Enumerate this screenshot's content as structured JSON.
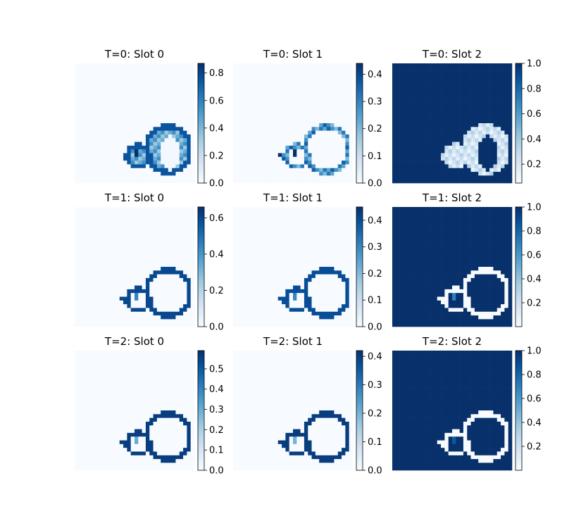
{
  "chart_data": [
    {
      "type": "heatmap",
      "title": "T=0: Slot 0",
      "colorbar": {
        "min": 0.0,
        "max": 0.87,
        "ticks": [
          "0.0",
          "0.2",
          "0.4",
          "0.6",
          "0.8"
        ],
        "tick_values": [
          0.0,
          0.2,
          0.4,
          0.6,
          0.8
        ]
      },
      "pattern": "blob",
      "blob_level": 0.75,
      "inner_level": 0.55,
      "dot_level": 0.87
    },
    {
      "type": "heatmap",
      "title": "T=0: Slot 1",
      "colorbar": {
        "min": 0.0,
        "max": 0.44,
        "ticks": [
          "0.0",
          "0.1",
          "0.2",
          "0.3",
          "0.4"
        ],
        "tick_values": [
          0.0,
          0.1,
          0.2,
          0.3,
          0.4
        ]
      },
      "pattern": "outline_soft",
      "outline_level": 0.36,
      "dot_level": 0.44
    },
    {
      "type": "heatmap",
      "title": "T=0: Slot 2",
      "colorbar": {
        "min": 0.05,
        "max": 1.0,
        "ticks": [
          "0.2",
          "0.4",
          "0.6",
          "0.8",
          "1.0"
        ],
        "tick_values": [
          0.2,
          0.4,
          0.6,
          0.8,
          1.0
        ]
      },
      "pattern": "inverse_blob",
      "bg_level": 1.0,
      "ring_level": 0.1,
      "hole_level": 1.0
    },
    {
      "type": "heatmap",
      "title": "T=1: Slot 0",
      "colorbar": {
        "min": 0.0,
        "max": 0.66,
        "ticks": [
          "0.0",
          "0.2",
          "0.4",
          "0.6"
        ],
        "tick_values": [
          0.0,
          0.2,
          0.4,
          0.6
        ]
      },
      "pattern": "outline",
      "outline_level": 0.6,
      "dot_level": 0.45
    },
    {
      "type": "heatmap",
      "title": "T=1: Slot 1",
      "colorbar": {
        "min": 0.0,
        "max": 0.45,
        "ticks": [
          "0.0",
          "0.1",
          "0.2",
          "0.3",
          "0.4"
        ],
        "tick_values": [
          0.0,
          0.1,
          0.2,
          0.3,
          0.4
        ]
      },
      "pattern": "outline",
      "outline_level": 0.4,
      "dot_level": 0.3
    },
    {
      "type": "heatmap",
      "title": "T=1: Slot 2",
      "colorbar": {
        "min": 0.0,
        "max": 1.0,
        "ticks": [
          "0.2",
          "0.4",
          "0.6",
          "0.8",
          "1.0"
        ],
        "tick_values": [
          0.2,
          0.4,
          0.6,
          0.8,
          1.0
        ]
      },
      "pattern": "inverse_outline",
      "bg_level": 1.0,
      "ring_level": 0.0,
      "dot_level": 0.7
    },
    {
      "type": "heatmap",
      "title": "T=2: Slot 0",
      "colorbar": {
        "min": 0.0,
        "max": 0.59,
        "ticks": [
          "0.0",
          "0.1",
          "0.2",
          "0.3",
          "0.4",
          "0.5"
        ],
        "tick_values": [
          0.0,
          0.1,
          0.2,
          0.3,
          0.4,
          0.5
        ]
      },
      "pattern": "outline",
      "outline_level": 0.56,
      "dot_level": 0.3
    },
    {
      "type": "heatmap",
      "title": "T=2: Slot 1",
      "colorbar": {
        "min": 0.0,
        "max": 0.42,
        "ticks": [
          "0.0",
          "0.1",
          "0.2",
          "0.3",
          "0.4"
        ],
        "tick_values": [
          0.0,
          0.1,
          0.2,
          0.3,
          0.4
        ]
      },
      "pattern": "outline",
      "outline_level": 0.4,
      "dot_level": 0.2
    },
    {
      "type": "heatmap",
      "title": "T=2: Slot 2",
      "colorbar": {
        "min": 0.0,
        "max": 1.0,
        "ticks": [
          "0.2",
          "0.4",
          "0.6",
          "0.8",
          "1.0"
        ],
        "tick_values": [
          0.2,
          0.4,
          0.6,
          0.8,
          1.0
        ]
      },
      "pattern": "inverse_outline",
      "bg_level": 1.0,
      "ring_level": 0.0,
      "dot_level": 0.85
    }
  ],
  "colormap": "Blues",
  "grid_cells": 32
}
